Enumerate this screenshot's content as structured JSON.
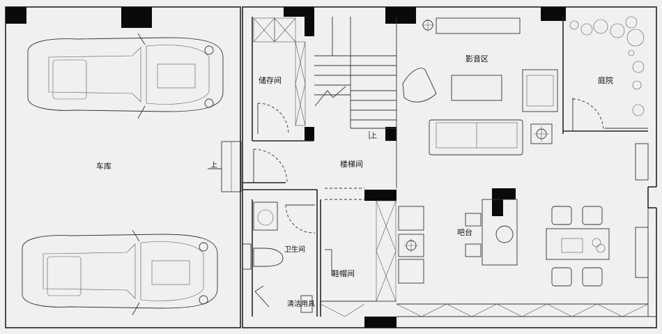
{
  "labels": {
    "garage": "车库",
    "storage": "储存间",
    "stair_up_left": "上",
    "stair_up_main": "上",
    "stairwell": "楼梯间",
    "theater": "影音区",
    "courtyard": "庭院",
    "bathroom": "卫生间",
    "shoe_room": "鞋帽间",
    "cleaning": "清洁用具",
    "bar": "吧台"
  }
}
